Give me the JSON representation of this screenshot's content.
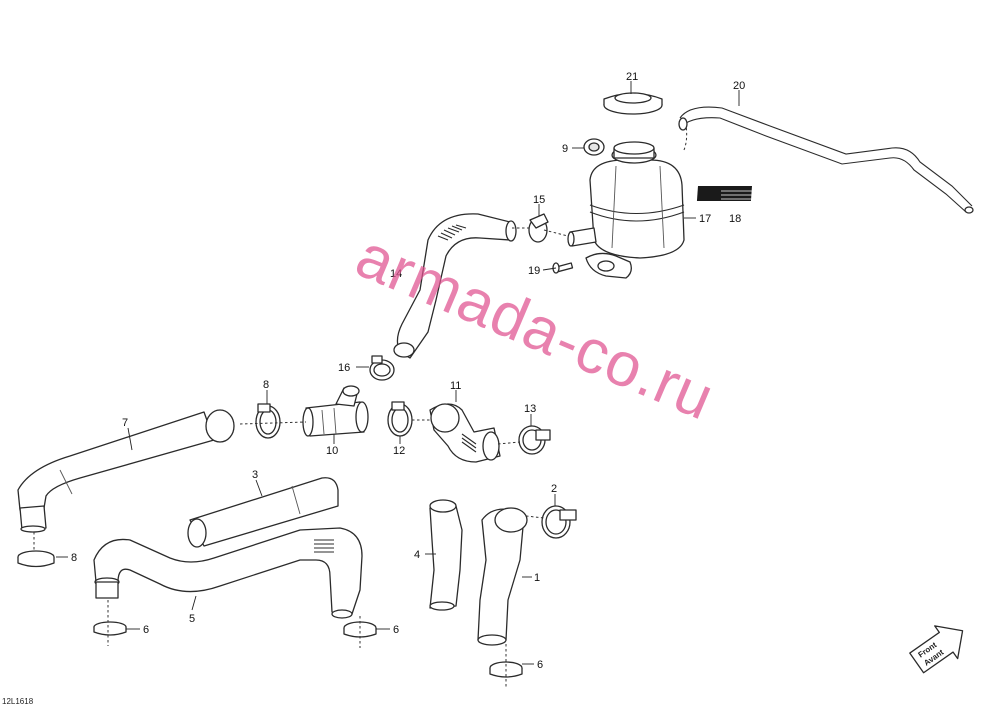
{
  "diagram": {
    "reference_code": "12L1618",
    "watermark": "armada-co.ru",
    "direction_arrow": {
      "line1": "Front",
      "line2": "Avant"
    },
    "callouts": [
      {
        "id": "c21",
        "label": "21"
      },
      {
        "id": "c20",
        "label": "20"
      },
      {
        "id": "c9",
        "label": "9"
      },
      {
        "id": "c15",
        "label": "15"
      },
      {
        "id": "c17",
        "label": "17"
      },
      {
        "id": "c18",
        "label": "18"
      },
      {
        "id": "c19",
        "label": "19"
      },
      {
        "id": "c14",
        "label": "14"
      },
      {
        "id": "c16",
        "label": "16"
      },
      {
        "id": "c8a",
        "label": "8"
      },
      {
        "id": "c7",
        "label": "7"
      },
      {
        "id": "c10",
        "label": "10"
      },
      {
        "id": "c12",
        "label": "12"
      },
      {
        "id": "c11",
        "label": "11"
      },
      {
        "id": "c13",
        "label": "13"
      },
      {
        "id": "c3",
        "label": "3"
      },
      {
        "id": "c2",
        "label": "2"
      },
      {
        "id": "c4",
        "label": "4"
      },
      {
        "id": "c1",
        "label": "1"
      },
      {
        "id": "c8b",
        "label": "8"
      },
      {
        "id": "c6a",
        "label": "6"
      },
      {
        "id": "c5",
        "label": "5"
      },
      {
        "id": "c6b",
        "label": "6"
      },
      {
        "id": "c6c",
        "label": "6"
      }
    ]
  }
}
